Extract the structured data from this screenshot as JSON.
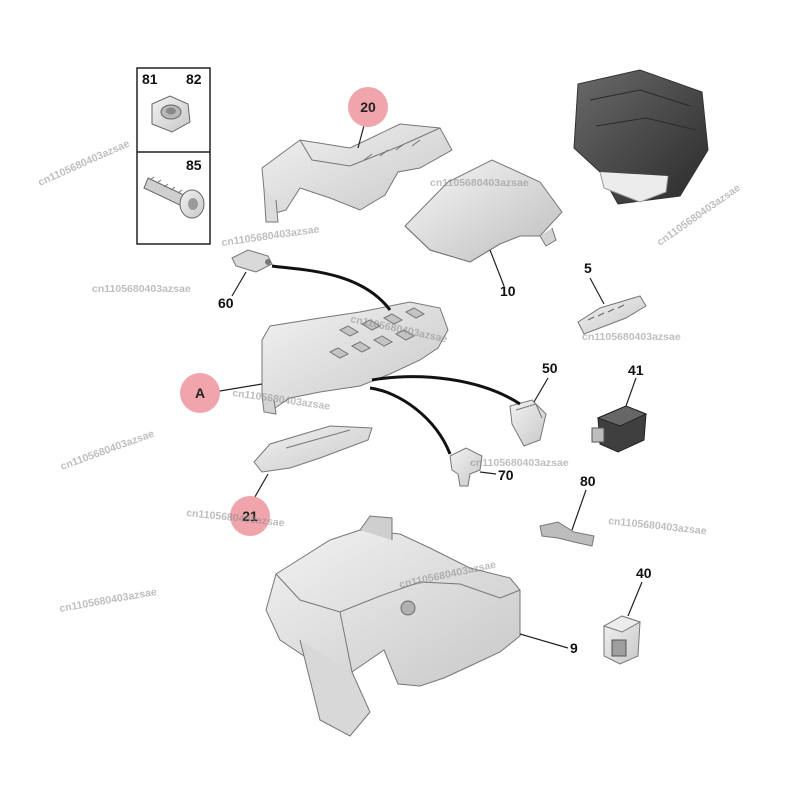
{
  "parts": {
    "p81": "81",
    "p82": "82",
    "p85": "85",
    "p20": "20",
    "p10": "10",
    "p5": "5",
    "p60": "60",
    "pA": "A",
    "p50": "50",
    "p41": "41",
    "p70": "70",
    "p21": "21",
    "p80": "80",
    "p40": "40",
    "p9": "9"
  },
  "watermark": "cn1105680403azsae",
  "colors": {
    "highlight_bubble": "#f0a5ac",
    "part_fill_light": "#e6e6e6",
    "part_fill_mid": "#c9c9c9",
    "part_fill_dark": "#4a4a4a",
    "line": "#222222"
  },
  "icons": [
    "nut-icon",
    "screw-icon"
  ]
}
